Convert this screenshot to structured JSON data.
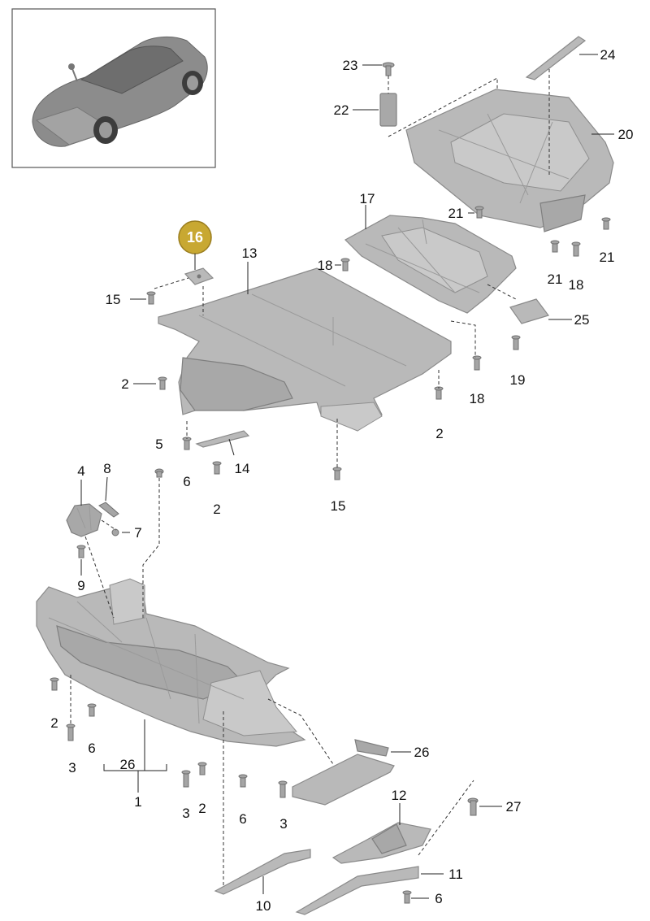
{
  "highlight": {
    "label": "16",
    "color": "#c8a832"
  },
  "labels": {
    "l1": "1",
    "l2a": "2",
    "l2b": "2",
    "l2c": "2",
    "l2d": "2",
    "l2e": "2",
    "l3a": "3",
    "l3b": "3",
    "l3c": "3",
    "l4": "4",
    "l5": "5",
    "l6a": "6",
    "l6b": "6",
    "l6c": "6",
    "l6d": "6",
    "l7": "7",
    "l8": "8",
    "l9": "9",
    "l10": "10",
    "l11": "11",
    "l12": "12",
    "l13": "13",
    "l14": "14",
    "l15a": "15",
    "l15b": "15",
    "l17": "17",
    "l18a": "18",
    "l18b": "18",
    "l18c": "18",
    "l19": "19",
    "l20": "20",
    "l21a": "21",
    "l21b": "21",
    "l21c": "21",
    "l22": "22",
    "l23": "23",
    "l24": "24",
    "l25": "25",
    "l26a": "26",
    "l26b": "26",
    "l27": "27"
  },
  "colors": {
    "part_fill": "#b9b9b9",
    "part_stroke": "#8a8a8a",
    "line": "#222222"
  }
}
